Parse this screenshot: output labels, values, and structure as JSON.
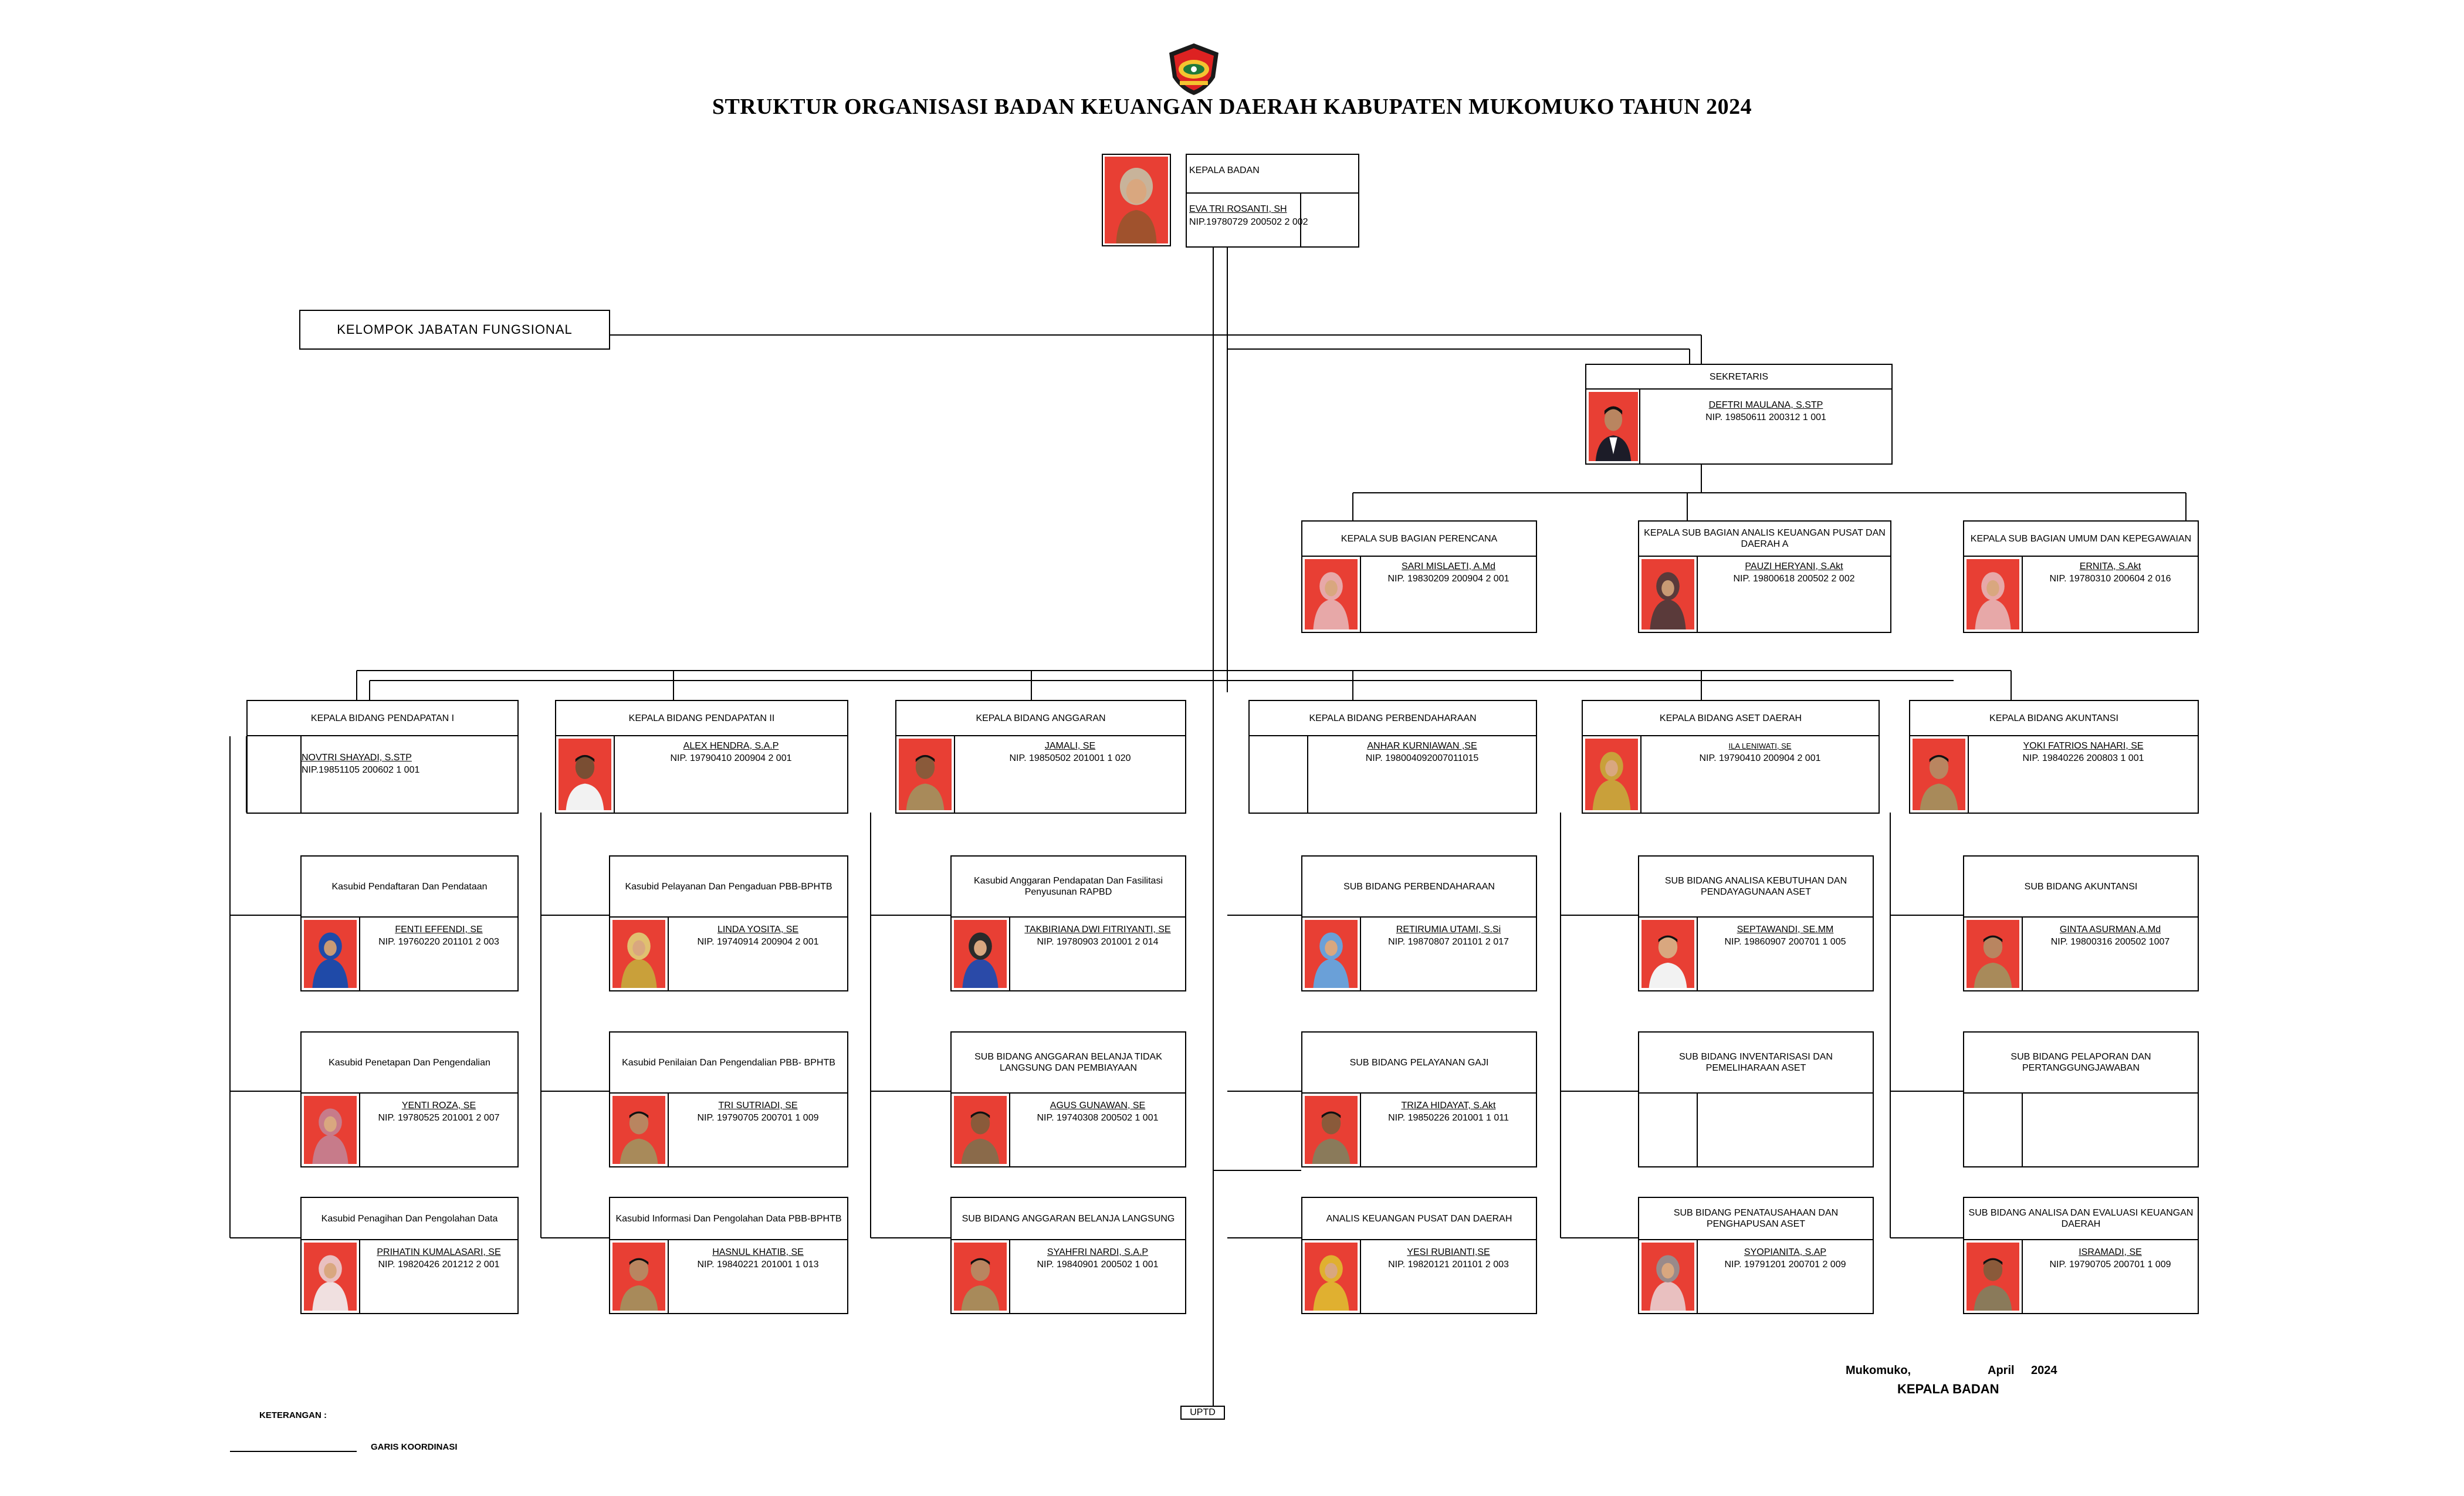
{
  "title": "STRUKTUR ORGANISASI BADAN KEUANGAN DAERAH KABUPATEN MUKOMUKO TAHUN 2024",
  "functional_group": "KELOMPOK JABATAN FUNGSIONAL",
  "head": {
    "title": "KEPALA BADAN",
    "name": "EVA TRI ROSANTI, SH",
    "nip": "NIP.19780729 200502 2 002"
  },
  "secretary": {
    "title": "SEKRETARIS",
    "name": "DEFTRI MAULANA, S.STP",
    "nip": "NIP. 19850611 200312 1 001"
  },
  "subsections": [
    {
      "title": "KEPALA SUB BAGIAN PERENCANA",
      "name": "SARI MISLAETI, A.Md",
      "nip": "NIP. 19830209 200904 2 001"
    },
    {
      "title": "KEPALA SUB BAGIAN ANALIS KEUANGAN PUSAT DAN DAERAH A",
      "name": "PAUZI HERYANI, S.Akt",
      "nip": "NIP. 19800618 200502 2 002"
    },
    {
      "title": "KEPALA SUB BAGIAN UMUM DAN KEPEGAWAIAN",
      "name": "ERNITA, S.Akt",
      "nip": "NIP. 19780310 200604 2 016"
    }
  ],
  "divisions": [
    {
      "title": "KEPALA BIDANG PENDAPATAN I",
      "name": "NOVTRI SHAYADI, S.STP",
      "nip": "NIP.19851105 200602 1 001",
      "units": [
        {
          "title": "Kasubid Pendaftaran Dan Pendataan",
          "name": "FENTI EFFENDI, SE",
          "nip": "NIP. 19760220 201101 2 003"
        },
        {
          "title": "Kasubid Penetapan Dan Pengendalian",
          "name": "YENTI ROZA, SE",
          "nip": "NIP. 19780525 201001 2 007"
        },
        {
          "title": "Kasubid Penagihan Dan Pengolahan Data",
          "name": "PRIHATIN KUMALASARI, SE",
          "nip": "NIP. 19820426 201212 2 001"
        }
      ]
    },
    {
      "title": "KEPALA BIDANG PENDAPATAN II",
      "name": "ALEX HENDRA, S.A.P",
      "nip": "NIP. 19790410 200904 2 001",
      "units": [
        {
          "title": "Kasubid Pelayanan Dan Pengaduan PBB-BPHTB",
          "name": "LINDA YOSITA, SE",
          "nip": "NIP. 19740914 200904 2 001"
        },
        {
          "title": "Kasubid Penilaian Dan Pengendalian PBB- BPHTB",
          "name": "TRI SUTRIADI, SE",
          "nip": "NIP. 19790705 200701 1 009"
        },
        {
          "title": "Kasubid Informasi Dan Pengolahan Data PBB-BPHTB",
          "name": "HASNUL KHATIB, SE",
          "nip": "NIP. 19840221 201001 1 013"
        }
      ]
    },
    {
      "title": "KEPALA BIDANG ANGGARAN",
      "name": "JAMALI, SE",
      "nip": "NIP. 19850502 201001 1 020",
      "units": [
        {
          "title": "Kasubid Anggaran Pendapatan Dan Fasilitasi Penyusunan RAPBD",
          "name": "TAKBIRIANA DWI FITRIYANTI, SE",
          "nip": "NIP. 19780903 201001 2 014"
        },
        {
          "title": "SUB BIDANG ANGGARAN BELANJA TIDAK LANGSUNG DAN PEMBIAYAAN",
          "name": "AGUS GUNAWAN, SE",
          "nip": "NIP. 19740308 200502 1 001"
        },
        {
          "title": "SUB BIDANG ANGGARAN BELANJA LANGSUNG",
          "name": "SYAHFRI NARDI, S.A.P",
          "nip": "NIP. 19840901 200502 1 001"
        }
      ]
    },
    {
      "title": "KEPALA BIDANG PERBENDAHARAAN",
      "name": "ANHAR KURNIAWAN ,SE",
      "nip": "NIP. 198004092007011015",
      "units": [
        {
          "title": "SUB BIDANG PERBENDAHARAAN",
          "name": "RETIRUMIA UTAMI, S.Si",
          "nip": "NIP. 19870807 201101 2 017"
        },
        {
          "title": "SUB BIDANG PELAYANAN GAJI",
          "name": "TRIZA HIDAYAT, S.Akt",
          "nip": "NIP. 19850226 201001 1 011"
        },
        {
          "title": "ANALIS KEUANGAN PUSAT DAN DAERAH",
          "name": "YESI RUBIANTI,SE",
          "nip": "NIP. 19820121 201101 2 003"
        }
      ]
    },
    {
      "title": "KEPALA BIDANG ASET DAERAH",
      "name": "ILA LENIWATI, SE",
      "nip": "NIP. 19790410 200904 2 001",
      "units": [
        {
          "title": "SUB BIDANG ANALISA KEBUTUHAN DAN PENDAYAGUNAAN ASET",
          "name": "SEPTAWANDI, SE.MM",
          "nip": "NIP. 19860907 200701 1 005"
        },
        {
          "title": "SUB BIDANG INVENTARISASI DAN PEMELIHARAAN ASET",
          "name": "",
          "nip": ""
        },
        {
          "title": "SUB BIDANG PENATAUSAHAAN DAN PENGHAPUSAN ASET",
          "name": "SYOPIANITA, S.AP",
          "nip": "NIP. 19791201 200701 2 009"
        }
      ]
    },
    {
      "title": "KEPALA BIDANG AKUNTANSI",
      "name": "YOKI FATRIOS NAHARI, SE",
      "nip": "NIP. 19840226 200803 1 001",
      "units": [
        {
          "title": "SUB BIDANG AKUNTANSI",
          "name": "GINTA ASURMAN,A.Md",
          "nip": "NIP. 19800316 200502 1007"
        },
        {
          "title": "SUB BIDANG PELAPORAN DAN PERTANGGUNGJAWABAN",
          "name": "",
          "nip": ""
        },
        {
          "title": "SUB BIDANG ANALISA DAN EVALUASI KEUANGAN DAERAH",
          "name": "ISRAMADI, SE",
          "nip": "NIP. 19790705 200701 1 009"
        }
      ]
    }
  ],
  "uptd": "UPTD",
  "signature": {
    "place": "Mukomuko,",
    "month": "April",
    "year": "2024",
    "role": "KEPALA BADAN"
  },
  "legend": {
    "label": "KETERANGAN :",
    "line_label": "GARIS KOORDINASI"
  },
  "colors": {
    "photo_bg": "#e83f34",
    "line": "#000000",
    "background": "#ffffff"
  }
}
